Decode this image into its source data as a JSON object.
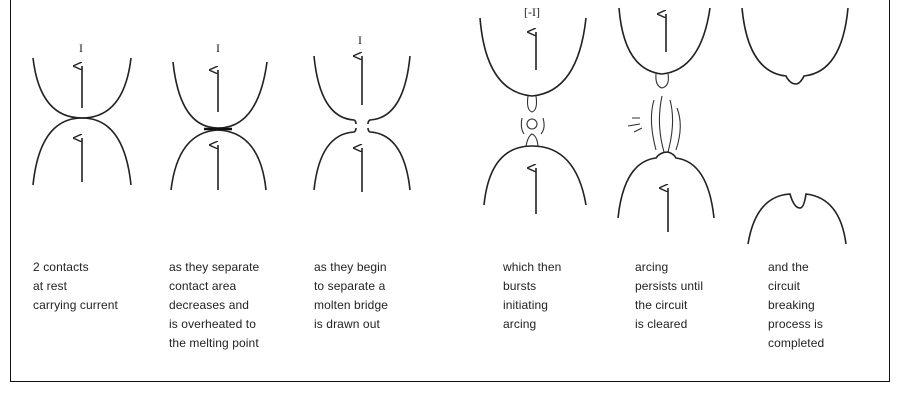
{
  "stages": [
    {
      "id": "rest",
      "caption": "2 contacts\nat rest\ncarrying current",
      "current_label": "I"
    },
    {
      "id": "separate",
      "caption": "as they separate\ncontact area\ndecreases and\nis overheated to\nthe melting point",
      "current_label": "I"
    },
    {
      "id": "bridge",
      "caption": "as they begin\nto separate a\nmolten bridge\nis drawn out",
      "current_label": "I"
    },
    {
      "id": "burst",
      "caption": "which then\nbursts\ninitiating\narcing",
      "current_label": "[-I]"
    },
    {
      "id": "arcing",
      "caption": "arcing\npersists until\nthe circuit\nis cleared"
    },
    {
      "id": "completed",
      "caption": "and the\ncircuit\nbreaking\nprocess is\ncompleted"
    }
  ]
}
